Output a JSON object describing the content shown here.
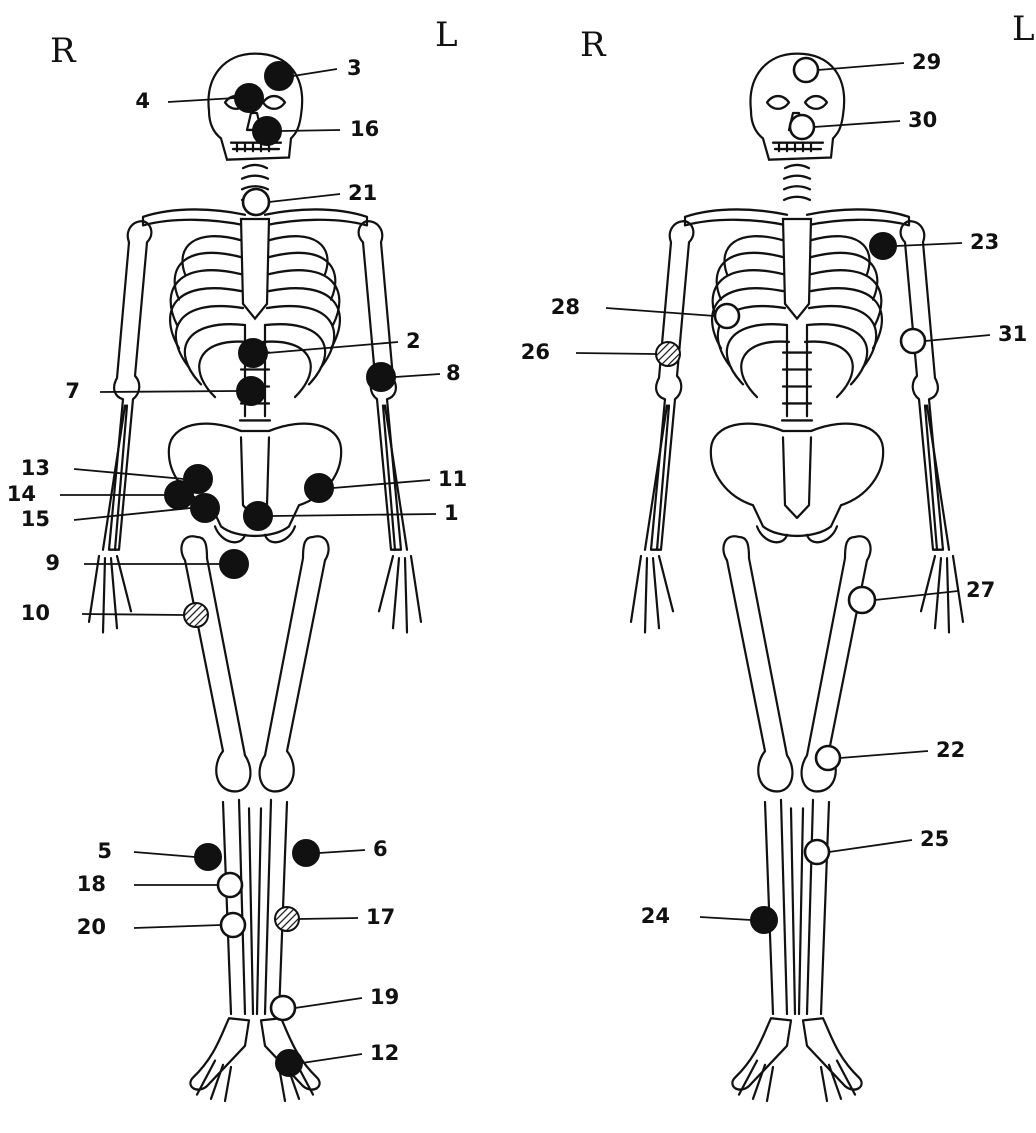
{
  "figure": {
    "left_panel": {
      "side_labels": {
        "right": "R",
        "left": "L"
      },
      "markers": [
        {
          "number": "3",
          "style": "filled"
        },
        {
          "number": "4",
          "style": "filled"
        },
        {
          "number": "16",
          "style": "filled"
        },
        {
          "number": "21",
          "style": "open"
        },
        {
          "number": "2",
          "style": "filled"
        },
        {
          "number": "8",
          "style": "filled"
        },
        {
          "number": "7",
          "style": "filled"
        },
        {
          "number": "13",
          "style": "filled"
        },
        {
          "number": "11",
          "style": "filled"
        },
        {
          "number": "14",
          "style": "filled"
        },
        {
          "number": "15",
          "style": "filled"
        },
        {
          "number": "1",
          "style": "filled"
        },
        {
          "number": "9",
          "style": "filled"
        },
        {
          "number": "10",
          "style": "hatched"
        },
        {
          "number": "5",
          "style": "filled"
        },
        {
          "number": "6",
          "style": "filled"
        },
        {
          "number": "18",
          "style": "open"
        },
        {
          "number": "20",
          "style": "open"
        },
        {
          "number": "17",
          "style": "hatched"
        },
        {
          "number": "19",
          "style": "open"
        },
        {
          "number": "12",
          "style": "filled"
        }
      ]
    },
    "right_panel": {
      "side_labels": {
        "right": "R",
        "left": "L"
      },
      "markers": [
        {
          "number": "29",
          "style": "open"
        },
        {
          "number": "30",
          "style": "open"
        },
        {
          "number": "23",
          "style": "filled"
        },
        {
          "number": "28",
          "style": "open"
        },
        {
          "number": "31",
          "style": "open"
        },
        {
          "number": "26",
          "style": "hatched"
        },
        {
          "number": "27",
          "style": "open"
        },
        {
          "number": "22",
          "style": "open"
        },
        {
          "number": "25",
          "style": "open"
        },
        {
          "number": "24",
          "style": "filled"
        }
      ]
    }
  }
}
